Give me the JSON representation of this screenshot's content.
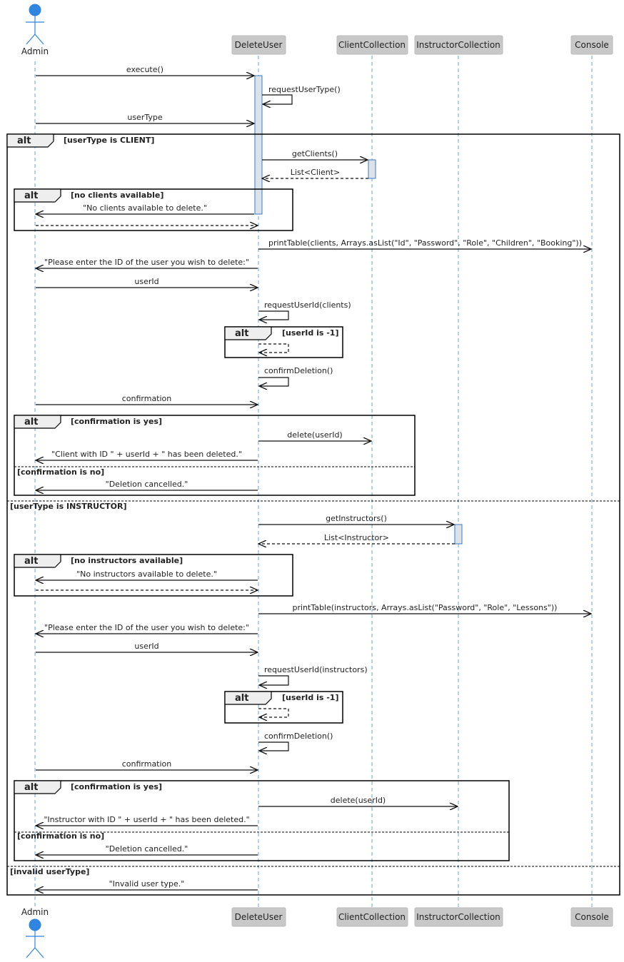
{
  "participants": {
    "admin": "Admin",
    "deleteuser": "DeleteUser",
    "clientcollection": "ClientCollection",
    "instructorcollection": "InstructorCollection",
    "console": "Console"
  },
  "colors": {
    "actor": "#2f85e0",
    "lifeline": "#6aa6dd",
    "participant_box": "#c8c8c8",
    "activation": "#dbe2ea"
  },
  "frame_keyword": "alt",
  "guards": [
    "[userType is CLIENT]",
    "[no clients available]",
    "[userId is -1]",
    "[confirmation is yes]",
    "[confirmation is no]",
    "[userType is INSTRUCTOR]",
    "[no instructors available]",
    "[userId is -1]",
    "[confirmation is yes]",
    "[confirmation is no]",
    "[invalid userType]"
  ],
  "messages": [
    {
      "from": "admin",
      "to": "deleteuser",
      "label": "execute()",
      "style": "solid"
    },
    {
      "from": "deleteuser",
      "to": "deleteuser",
      "label": "requestUserType()",
      "style": "solid"
    },
    {
      "from": "admin",
      "to": "deleteuser",
      "label": "userType",
      "style": "solid"
    },
    {
      "from": "deleteuser",
      "to": "clientcollection",
      "label": "getClients()",
      "style": "solid"
    },
    {
      "from": "clientcollection",
      "to": "deleteuser",
      "label": "List<Client>",
      "style": "dashed"
    },
    {
      "from": "deleteuser",
      "to": "admin",
      "label": "\"No clients available to delete.\"",
      "style": "solid"
    },
    {
      "from": "admin",
      "to": "deleteuser",
      "label": "",
      "style": "dashed"
    },
    {
      "from": "deleteuser",
      "to": "console",
      "label": "printTable(clients, Arrays.asList(\"Id\", \"Password\", \"Role\", \"Children\", \"Booking\"))",
      "style": "solid"
    },
    {
      "from": "deleteuser",
      "to": "admin",
      "label": "\"Please enter the ID of the user you wish to delete:\"",
      "style": "solid"
    },
    {
      "from": "admin",
      "to": "deleteuser",
      "label": "userId",
      "style": "solid"
    },
    {
      "from": "deleteuser",
      "to": "deleteuser",
      "label": "requestUserId(clients)",
      "style": "solid"
    },
    {
      "from": "deleteuser",
      "to": "deleteuser",
      "label": "",
      "style": "dashed"
    },
    {
      "from": "deleteuser",
      "to": "deleteuser",
      "label": "confirmDeletion()",
      "style": "solid"
    },
    {
      "from": "admin",
      "to": "deleteuser",
      "label": "confirmation",
      "style": "solid"
    },
    {
      "from": "deleteuser",
      "to": "clientcollection",
      "label": "delete(userId)",
      "style": "solid"
    },
    {
      "from": "deleteuser",
      "to": "admin",
      "label": "\"Client with ID \" + userId + \" has been deleted.\"",
      "style": "solid"
    },
    {
      "from": "deleteuser",
      "to": "admin",
      "label": "\"Deletion cancelled.\"",
      "style": "solid"
    },
    {
      "from": "deleteuser",
      "to": "instructorcollection",
      "label": "getInstructors()",
      "style": "solid"
    },
    {
      "from": "instructorcollection",
      "to": "deleteuser",
      "label": "List<Instructor>",
      "style": "dashed"
    },
    {
      "from": "deleteuser",
      "to": "admin",
      "label": "\"No instructors available to delete.\"",
      "style": "solid"
    },
    {
      "from": "admin",
      "to": "deleteuser",
      "label": "",
      "style": "dashed"
    },
    {
      "from": "deleteuser",
      "to": "console",
      "label": "printTable(instructors, Arrays.asList(\"Password\", \"Role\", \"Lessons\"))",
      "style": "solid"
    },
    {
      "from": "deleteuser",
      "to": "admin",
      "label": "\"Please enter the ID of the user you wish to delete:\"",
      "style": "solid"
    },
    {
      "from": "admin",
      "to": "deleteuser",
      "label": "userId",
      "style": "solid"
    },
    {
      "from": "deleteuser",
      "to": "deleteuser",
      "label": "requestUserId(instructors)",
      "style": "solid"
    },
    {
      "from": "deleteuser",
      "to": "deleteuser",
      "label": "",
      "style": "dashed"
    },
    {
      "from": "deleteuser",
      "to": "deleteuser",
      "label": "confirmDeletion()",
      "style": "solid"
    },
    {
      "from": "admin",
      "to": "deleteuser",
      "label": "confirmation",
      "style": "solid"
    },
    {
      "from": "deleteuser",
      "to": "instructorcollection",
      "label": "delete(userId)",
      "style": "solid"
    },
    {
      "from": "deleteuser",
      "to": "admin",
      "label": "\"Instructor with ID \" + userId + \" has been deleted.\"",
      "style": "solid"
    },
    {
      "from": "deleteuser",
      "to": "admin",
      "label": "\"Deletion cancelled.\"",
      "style": "solid"
    },
    {
      "from": "deleteuser",
      "to": "admin",
      "label": "\"Invalid user type.\"",
      "style": "solid"
    }
  ]
}
